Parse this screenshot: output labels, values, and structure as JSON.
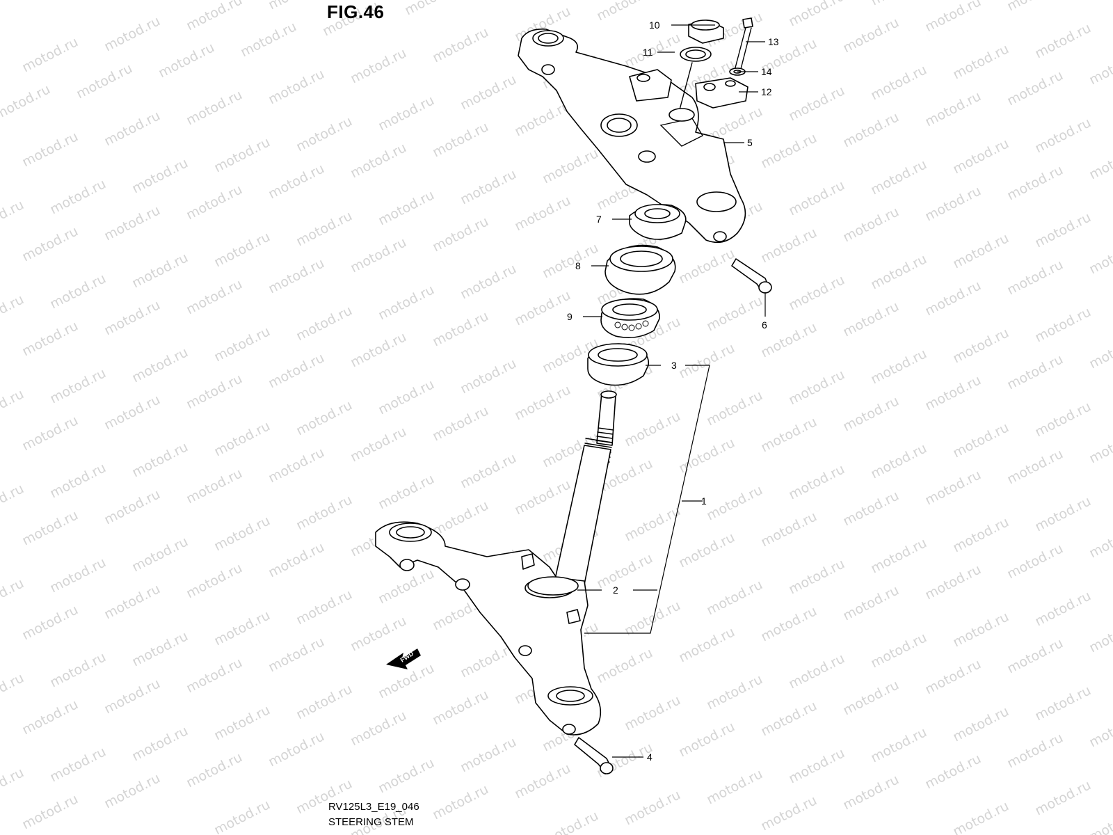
{
  "figure": {
    "title": "FIG.46",
    "code": "RV125L3_E19_046",
    "caption": "STEERING STEM",
    "watermark": "motod.ru",
    "fwd_label": "FWD"
  },
  "callouts": [
    {
      "id": "1",
      "label": "1"
    },
    {
      "id": "2",
      "label": "2"
    },
    {
      "id": "3",
      "label": "3"
    },
    {
      "id": "4",
      "label": "4"
    },
    {
      "id": "5",
      "label": "5"
    },
    {
      "id": "6",
      "label": "6"
    },
    {
      "id": "7",
      "label": "7"
    },
    {
      "id": "8",
      "label": "8"
    },
    {
      "id": "9",
      "label": "9"
    },
    {
      "id": "10",
      "label": "10"
    },
    {
      "id": "11",
      "label": "11"
    },
    {
      "id": "12",
      "label": "12"
    },
    {
      "id": "13",
      "label": "13"
    },
    {
      "id": "14",
      "label": "14"
    }
  ],
  "colors": {
    "line": "#000000",
    "background": "#ffffff",
    "watermark": "#d4d4d4"
  }
}
